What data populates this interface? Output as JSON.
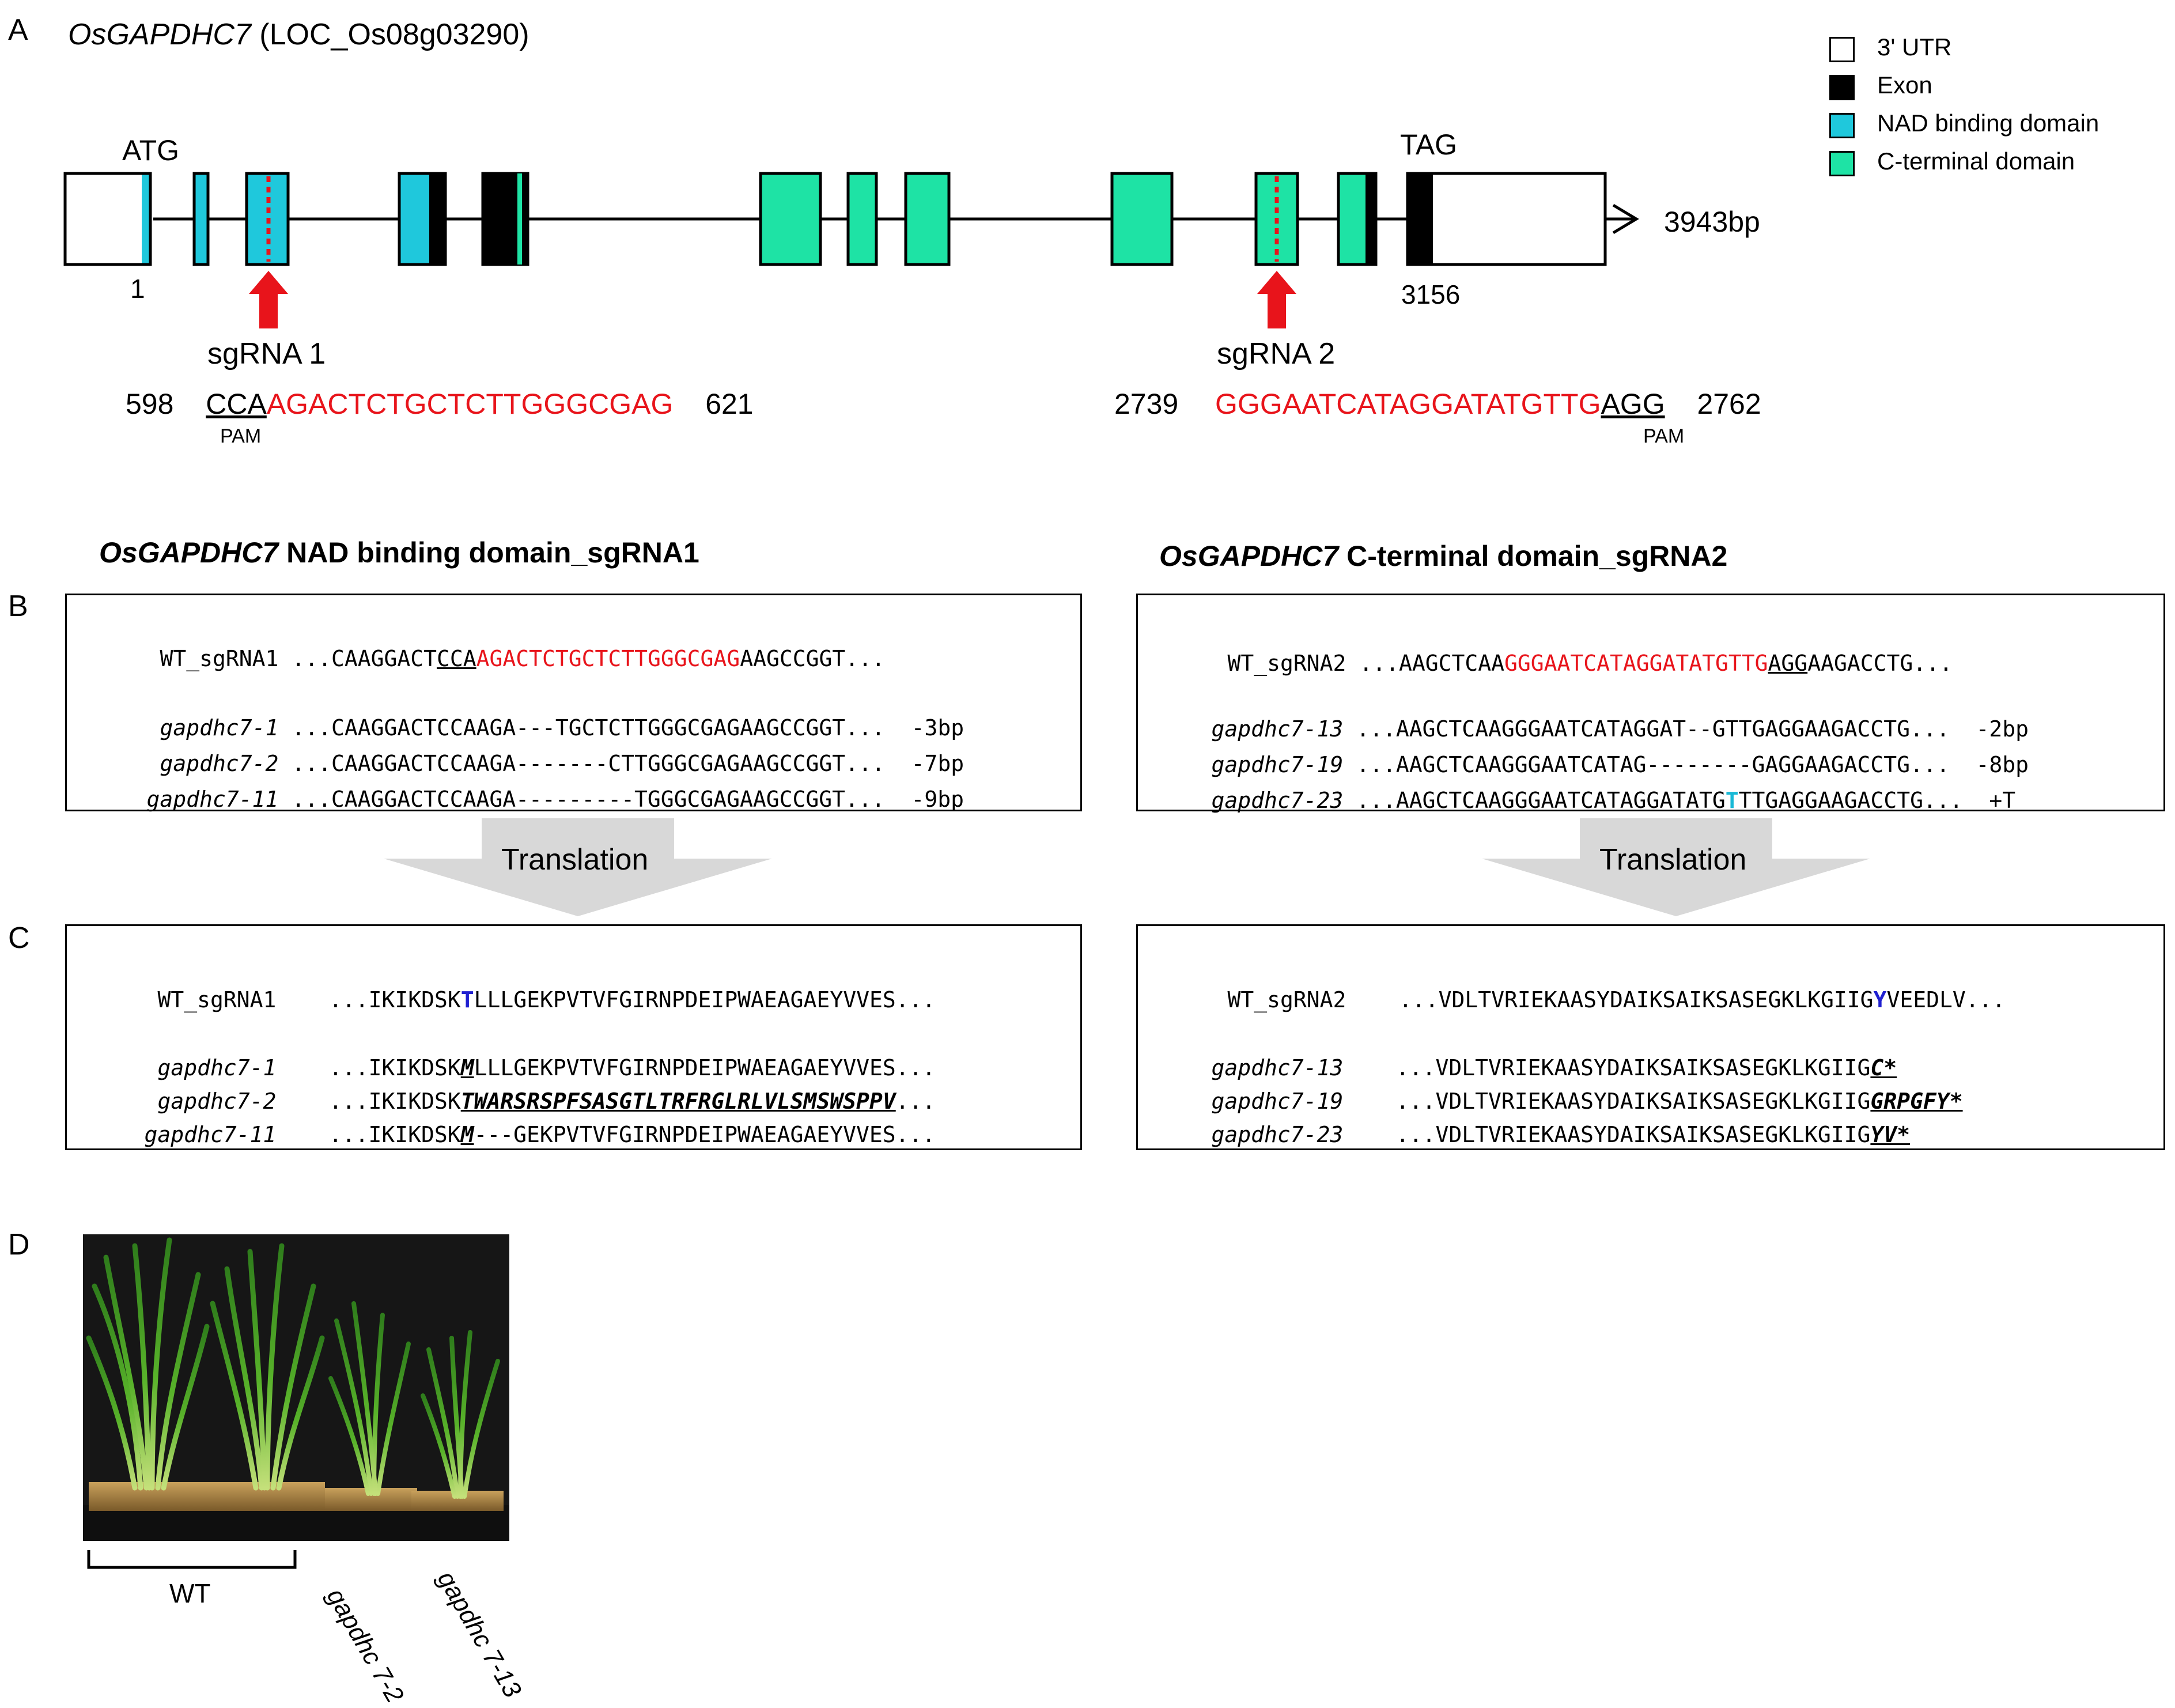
{
  "panels": {
    "a": "A",
    "b": "B",
    "c": "C",
    "d": "D"
  },
  "panelA": {
    "gene_italic": "OsGAPDHC7",
    "gene_locus": "(LOC_Os08g03290)",
    "atg": "ATG",
    "tag": "TAG",
    "pos_start": "1",
    "pos_stop": "3156",
    "length": "3943bp",
    "sg1_label": "sgRNA 1",
    "sg2_label": "sgRNA 2",
    "sg1_start": "598",
    "sg1_pam": "CCA",
    "sg1_seq": "AGACTCTGCTCTTGGGCGAG",
    "sg1_end": "621",
    "sg2_start": "2739",
    "sg2_seq": "GGGAATCATAGGATATGTTG",
    "sg2_pam": "AGG",
    "sg2_end": "2762",
    "pam_label": "PAM",
    "legend": [
      {
        "label": "3' UTR",
        "color": "#ffffff"
      },
      {
        "label": "Exon",
        "color": "#000000"
      },
      {
        "label": "NAD binding  domain",
        "color": "#1fc8dc"
      },
      {
        "label": "C-terminal domain",
        "color": "#1ee3a5"
      }
    ],
    "colors": {
      "utr": "#ffffff",
      "exon": "#000000",
      "nad": "#1fc8dc",
      "cterm": "#1ee3a5",
      "arrow": "#e8141b"
    }
  },
  "panelB": {
    "left_title_italic": "OsGAPDHC7",
    "left_title_rest": " NAD binding domain_sgRNA1",
    "right_title_italic": "OsGAPDHC7",
    "right_title_rest": " C-terminal domain_sgRNA2",
    "left": {
      "wt_name": "WT_sgRNA1",
      "wt_pre": "...CAAGGACT",
      "wt_pam": "CCA",
      "wt_target": "AGACTCTGCTCTTGGGCGAG",
      "wt_post": "AAGCCGGT...",
      "mutants": [
        {
          "name": "gapdhc7-1",
          "seq": "...CAAGGACTCCAAGA---TGCTCTTGGGCGAGAAGCCGGT...",
          "del": "-3bp"
        },
        {
          "name": "gapdhc7-2",
          "seq": "...CAAGGACTCCAAGA-------CTTGGGCGAGAAGCCGGT...",
          "del": "-7bp"
        },
        {
          "name": "gapdhc7-11",
          "seq": "...CAAGGACTCCAAGA---------TGGGCGAGAAGCCGGT...",
          "del": "-9bp"
        }
      ]
    },
    "right": {
      "wt_name": "WT_sgRNA2",
      "wt_pre": "...AAGCTCAA",
      "wt_target": "GGGAATCATAGGATATGTTG",
      "wt_pam": "AGG",
      "wt_post": "AAGACCTG...",
      "mutants": [
        {
          "name": "gapdhc7-13",
          "seq": "...AAGCTCAAGGGAATCATAGGAT--GTTGAGGAAGACCTG...",
          "del": "-2bp"
        },
        {
          "name": "gapdhc7-19",
          "seq": "...AAGCTCAAGGGAATCATAG--------GAGGAAGACCTG...",
          "del": "-8bp"
        },
        {
          "name": "gapdhc7-23",
          "seq_pre": "...AAGCTCAAGGGAATCATAGGATATG",
          "seq_ins": "T",
          "seq_post": "TTGAGGAAGACCTG...",
          "del": "+T"
        }
      ]
    },
    "translation_label": "Translation"
  },
  "panelC": {
    "left": {
      "wt_name": "WT_sgRNA1",
      "wt_pre": "...IKIKDSK",
      "wt_mark": "T",
      "wt_post": "LLLGEKPVTVFGIRNPDEIPWAEAGAEYVVES...",
      "mutants": [
        {
          "name": "gapdhc7-1",
          "pre": "...IKIKDSK",
          "mut": "M",
          "post": "LLLGEKPVTVFGIRNPDEIPWAEAGAEYVVES..."
        },
        {
          "name": "gapdhc7-2",
          "pre": "...IKIKDSK",
          "mut": "TWARSRSPFSASGTLTRFRGLRLVLSMSWSPPV",
          "post": "..."
        },
        {
          "name": "gapdhc7-11",
          "pre": "...IKIKDSK",
          "mut": "M",
          "post": "---GEKPVTVFGIRNPDEIPWAEAGAEYVVES..."
        }
      ]
    },
    "right": {
      "wt_name": "WT_sgRNA2",
      "wt_pre": "...VDLTVRIEKAASYDAIKSAIKSASEGKLKGIIG",
      "wt_mark": "Y",
      "wt_post": "VEEDLV...",
      "mutants": [
        {
          "name": "gapdhc7-13",
          "pre": "...VDLTVRIEKAASYDAIKSAIKSASEGKLKGIIG",
          "mut": "C*"
        },
        {
          "name": "gapdhc7-19",
          "pre": "...VDLTVRIEKAASYDAIKSAIKSASEGKLKGIIG",
          "mut": "GRPGFY*"
        },
        {
          "name": "gapdhc7-23",
          "pre": "...VDLTVRIEKAASYDAIKSAIKSASEGKLKGIIG",
          "mut": "YV*"
        }
      ]
    }
  },
  "panelD": {
    "wt_label": "WT",
    "mut1_label": "gapdhc 7-2",
    "mut2_label": "gapdhc 7-13"
  }
}
